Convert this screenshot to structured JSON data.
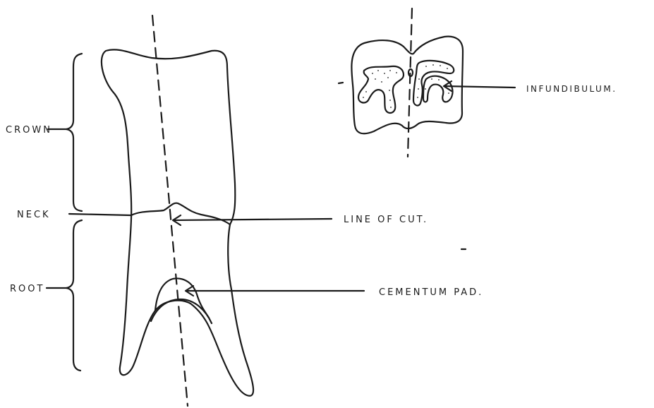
{
  "labels": {
    "crown": "CROWN",
    "neck": "NECK",
    "root": "ROOT",
    "line_of_cut": "LINE OF CUT.",
    "cementum_pad": "CEMENTUM PAD.",
    "infundibulum": "INFUNDIBULUM."
  },
  "ink_color": "#1a1a1a"
}
